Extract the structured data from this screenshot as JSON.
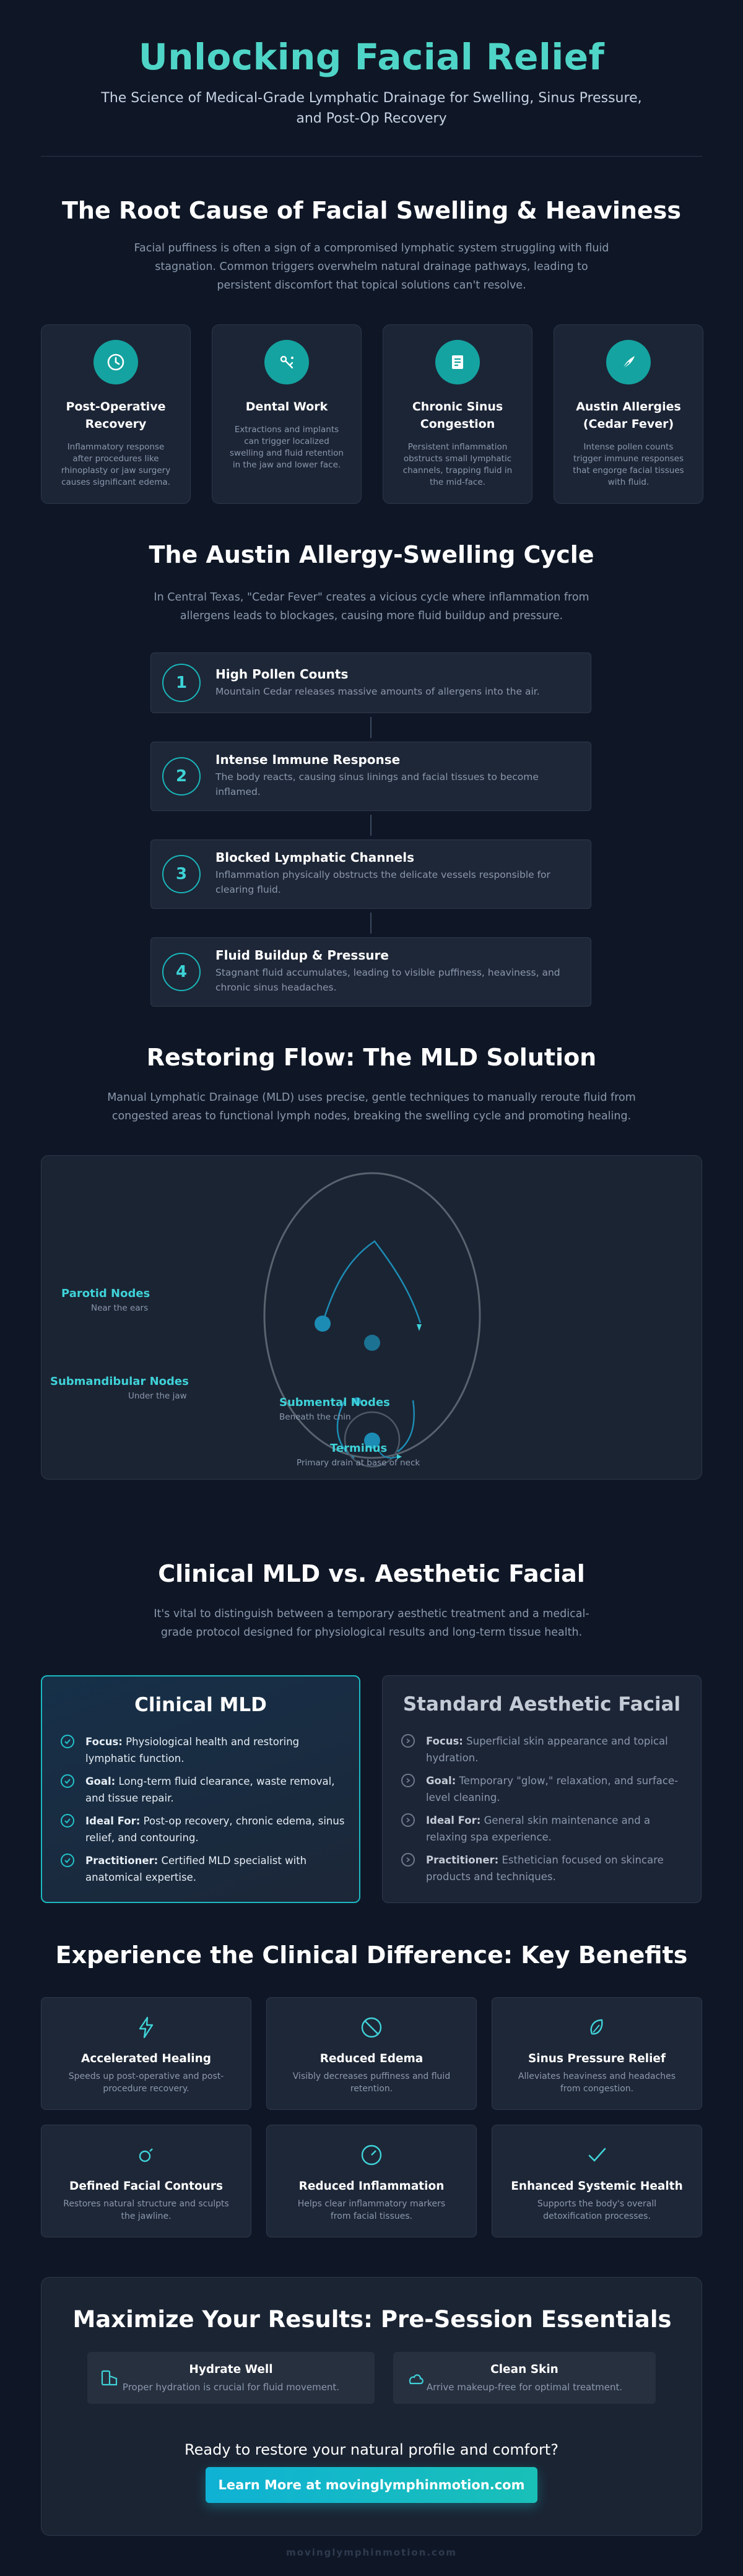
{
  "hero": {
    "title": "Unlocking Facial Relief",
    "subtitle": "The Science of Medical-Grade Lymphatic Drainage for Swelling, Sinus Pressure, and Post-Op Recovery"
  },
  "root_cause": {
    "title": "The Root Cause of Facial Swelling & Heaviness",
    "description": "Facial puffiness is often a sign of a compromised lymphatic system struggling with fluid stagnation. Common triggers overwhelm natural drainage pathways, leading to persistent discomfort that topical solutions can't resolve.",
    "cards": [
      {
        "icon": "clock-icon",
        "title": "Post-Operative Recovery",
        "text": "Inflammatory response after procedures like rhinoplasty or jaw surgery causes significant edema."
      },
      {
        "icon": "dental-tool-icon",
        "title": "Dental Work",
        "text": "Extractions and implants can trigger localized swelling and fluid retention in the jaw and lower face."
      },
      {
        "icon": "document-icon",
        "title": "Chronic Sinus Congestion",
        "text": "Persistent inflammation obstructs small lymphatic channels, trapping fluid in the mid-face."
      },
      {
        "icon": "pollen-icon",
        "title": "Austin Allergies (Cedar Fever)",
        "text": "Intense pollen counts trigger immune responses that engorge facial tissues with fluid."
      }
    ]
  },
  "cycle": {
    "title": "The Austin Allergy-Swelling Cycle",
    "description": "In Central Texas, \"Cedar Fever\" creates a vicious cycle where inflammation from allergens leads to blockages, causing more fluid buildup and pressure.",
    "steps": [
      {
        "num": "1",
        "title": "High Pollen Counts",
        "text": "Mountain Cedar releases massive amounts of allergens into the air."
      },
      {
        "num": "2",
        "title": "Intense Immune Response",
        "text": "The body reacts, causing sinus linings and facial tissues to become inflamed."
      },
      {
        "num": "3",
        "title": "Blocked Lymphatic Channels",
        "text": "Inflammation physically obstructs the delicate vessels responsible for clearing fluid."
      },
      {
        "num": "4",
        "title": "Fluid Buildup & Pressure",
        "text": "Stagnant fluid accumulates, leading to visible puffiness, heaviness, and chronic sinus headaches."
      }
    ]
  },
  "mld": {
    "title": "Restoring Flow: The MLD Solution",
    "description": "Manual Lymphatic Drainage (MLD) uses precise, gentle techniques to manually reroute fluid from congested areas to functional lymph nodes, breaking the swelling cycle and promoting healing.",
    "nodes": [
      {
        "label": "Parotid Nodes",
        "sub": "Near the ears"
      },
      {
        "label": "Submandibular Nodes",
        "sub": "Under the jaw"
      },
      {
        "label": "Submental Nodes",
        "sub": "Beneath the chin"
      },
      {
        "label": "Terminus",
        "sub": "Primary drain at base of neck"
      }
    ]
  },
  "comparison": {
    "title": "Clinical MLD vs. Aesthetic Facial",
    "description": "It's vital to distinguish between a temporary aesthetic treatment and a medical-grade protocol designed for physiological results and long-term tissue health.",
    "clinical": {
      "title": "Clinical MLD",
      "rows": [
        {
          "label": "Focus:",
          "text": "Physiological health and restoring lymphatic function."
        },
        {
          "label": "Goal:",
          "text": "Long-term fluid clearance, waste removal, and tissue repair."
        },
        {
          "label": "Ideal For:",
          "text": "Post-op recovery, chronic edema, sinus relief, and contouring."
        },
        {
          "label": "Practitioner:",
          "text": "Certified MLD specialist with anatomical expertise."
        }
      ]
    },
    "standard": {
      "title": "Standard Aesthetic Facial",
      "rows": [
        {
          "label": "Focus:",
          "text": "Superficial skin appearance and topical hydration."
        },
        {
          "label": "Goal:",
          "text": "Temporary \"glow,\" relaxation, and surface-level cleaning."
        },
        {
          "label": "Ideal For:",
          "text": "General skin maintenance and a relaxing spa experience."
        },
        {
          "label": "Practitioner:",
          "text": "Esthetician focused on skincare products and techniques."
        }
      ]
    }
  },
  "benefits": {
    "title": "Experience the Clinical Difference: Key Benefits",
    "items": [
      {
        "icon": "lightning-icon",
        "title": "Accelerated Healing",
        "text": "Speeds up post-operative and post-procedure recovery."
      },
      {
        "icon": "prohibited-icon",
        "title": "Reduced Edema",
        "text": "Visibly decreases puffiness and fluid retention."
      },
      {
        "icon": "leaf-icon",
        "title": "Sinus Pressure Relief",
        "text": "Alleviates heaviness and headaches from congestion."
      },
      {
        "icon": "contour-icon",
        "title": "Defined Facial Contours",
        "text": "Restores natural structure and sculpts the jawline."
      },
      {
        "icon": "gauge-icon",
        "title": "Reduced Inflammation",
        "text": "Helps clear inflammatory markers from facial tissues."
      },
      {
        "icon": "check-icon",
        "title": "Enhanced Systemic Health",
        "text": "Supports the body's overall detoxification processes."
      }
    ]
  },
  "essentials": {
    "title": "Maximize Your Results: Pre-Session Essentials",
    "items": [
      {
        "icon": "water-drop-icon",
        "title": "Hydrate Well",
        "text": "Proper hydration is crucial for fluid movement."
      },
      {
        "icon": "cloud-icon",
        "title": "Clean Skin",
        "text": "Arrive makeup-free for optimal treatment."
      }
    ],
    "cta_question": "Ready to restore your natural profile and comfort?",
    "cta_button": "Learn More at movinglymphinmotion.com"
  },
  "footer": "movinglymphinmotion.com",
  "colors": {
    "accent": "#4fd5c7",
    "teal": "#14a3a0",
    "background": "#0f1726",
    "card": "#1c2536"
  }
}
